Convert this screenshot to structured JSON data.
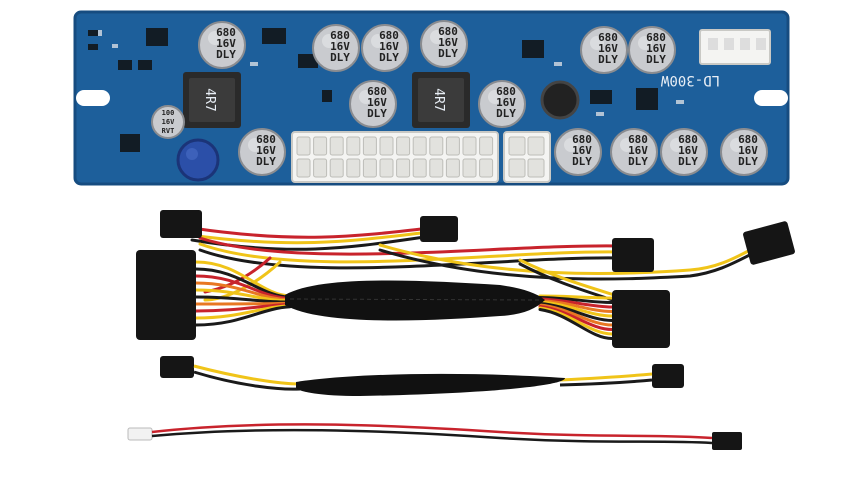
{
  "board": {
    "model_label": "LD-300W",
    "inductor_label": "4R7",
    "cap_lines": [
      "680",
      "16V",
      "DLY"
    ],
    "small_cap_lines": [
      "100",
      "16V",
      "RVT"
    ],
    "colors": {
      "pcb": "#1d5f9b",
      "pcb_dark": "#164c80",
      "cap_body": "#c9cbcf",
      "connector": "#f4f4f2"
    }
  },
  "cables": {
    "colors": {
      "yellow": "#f0c419",
      "black": "#1a1a1a",
      "red": "#c8232c",
      "orange": "#e87722",
      "sleeve": "#111111"
    }
  }
}
